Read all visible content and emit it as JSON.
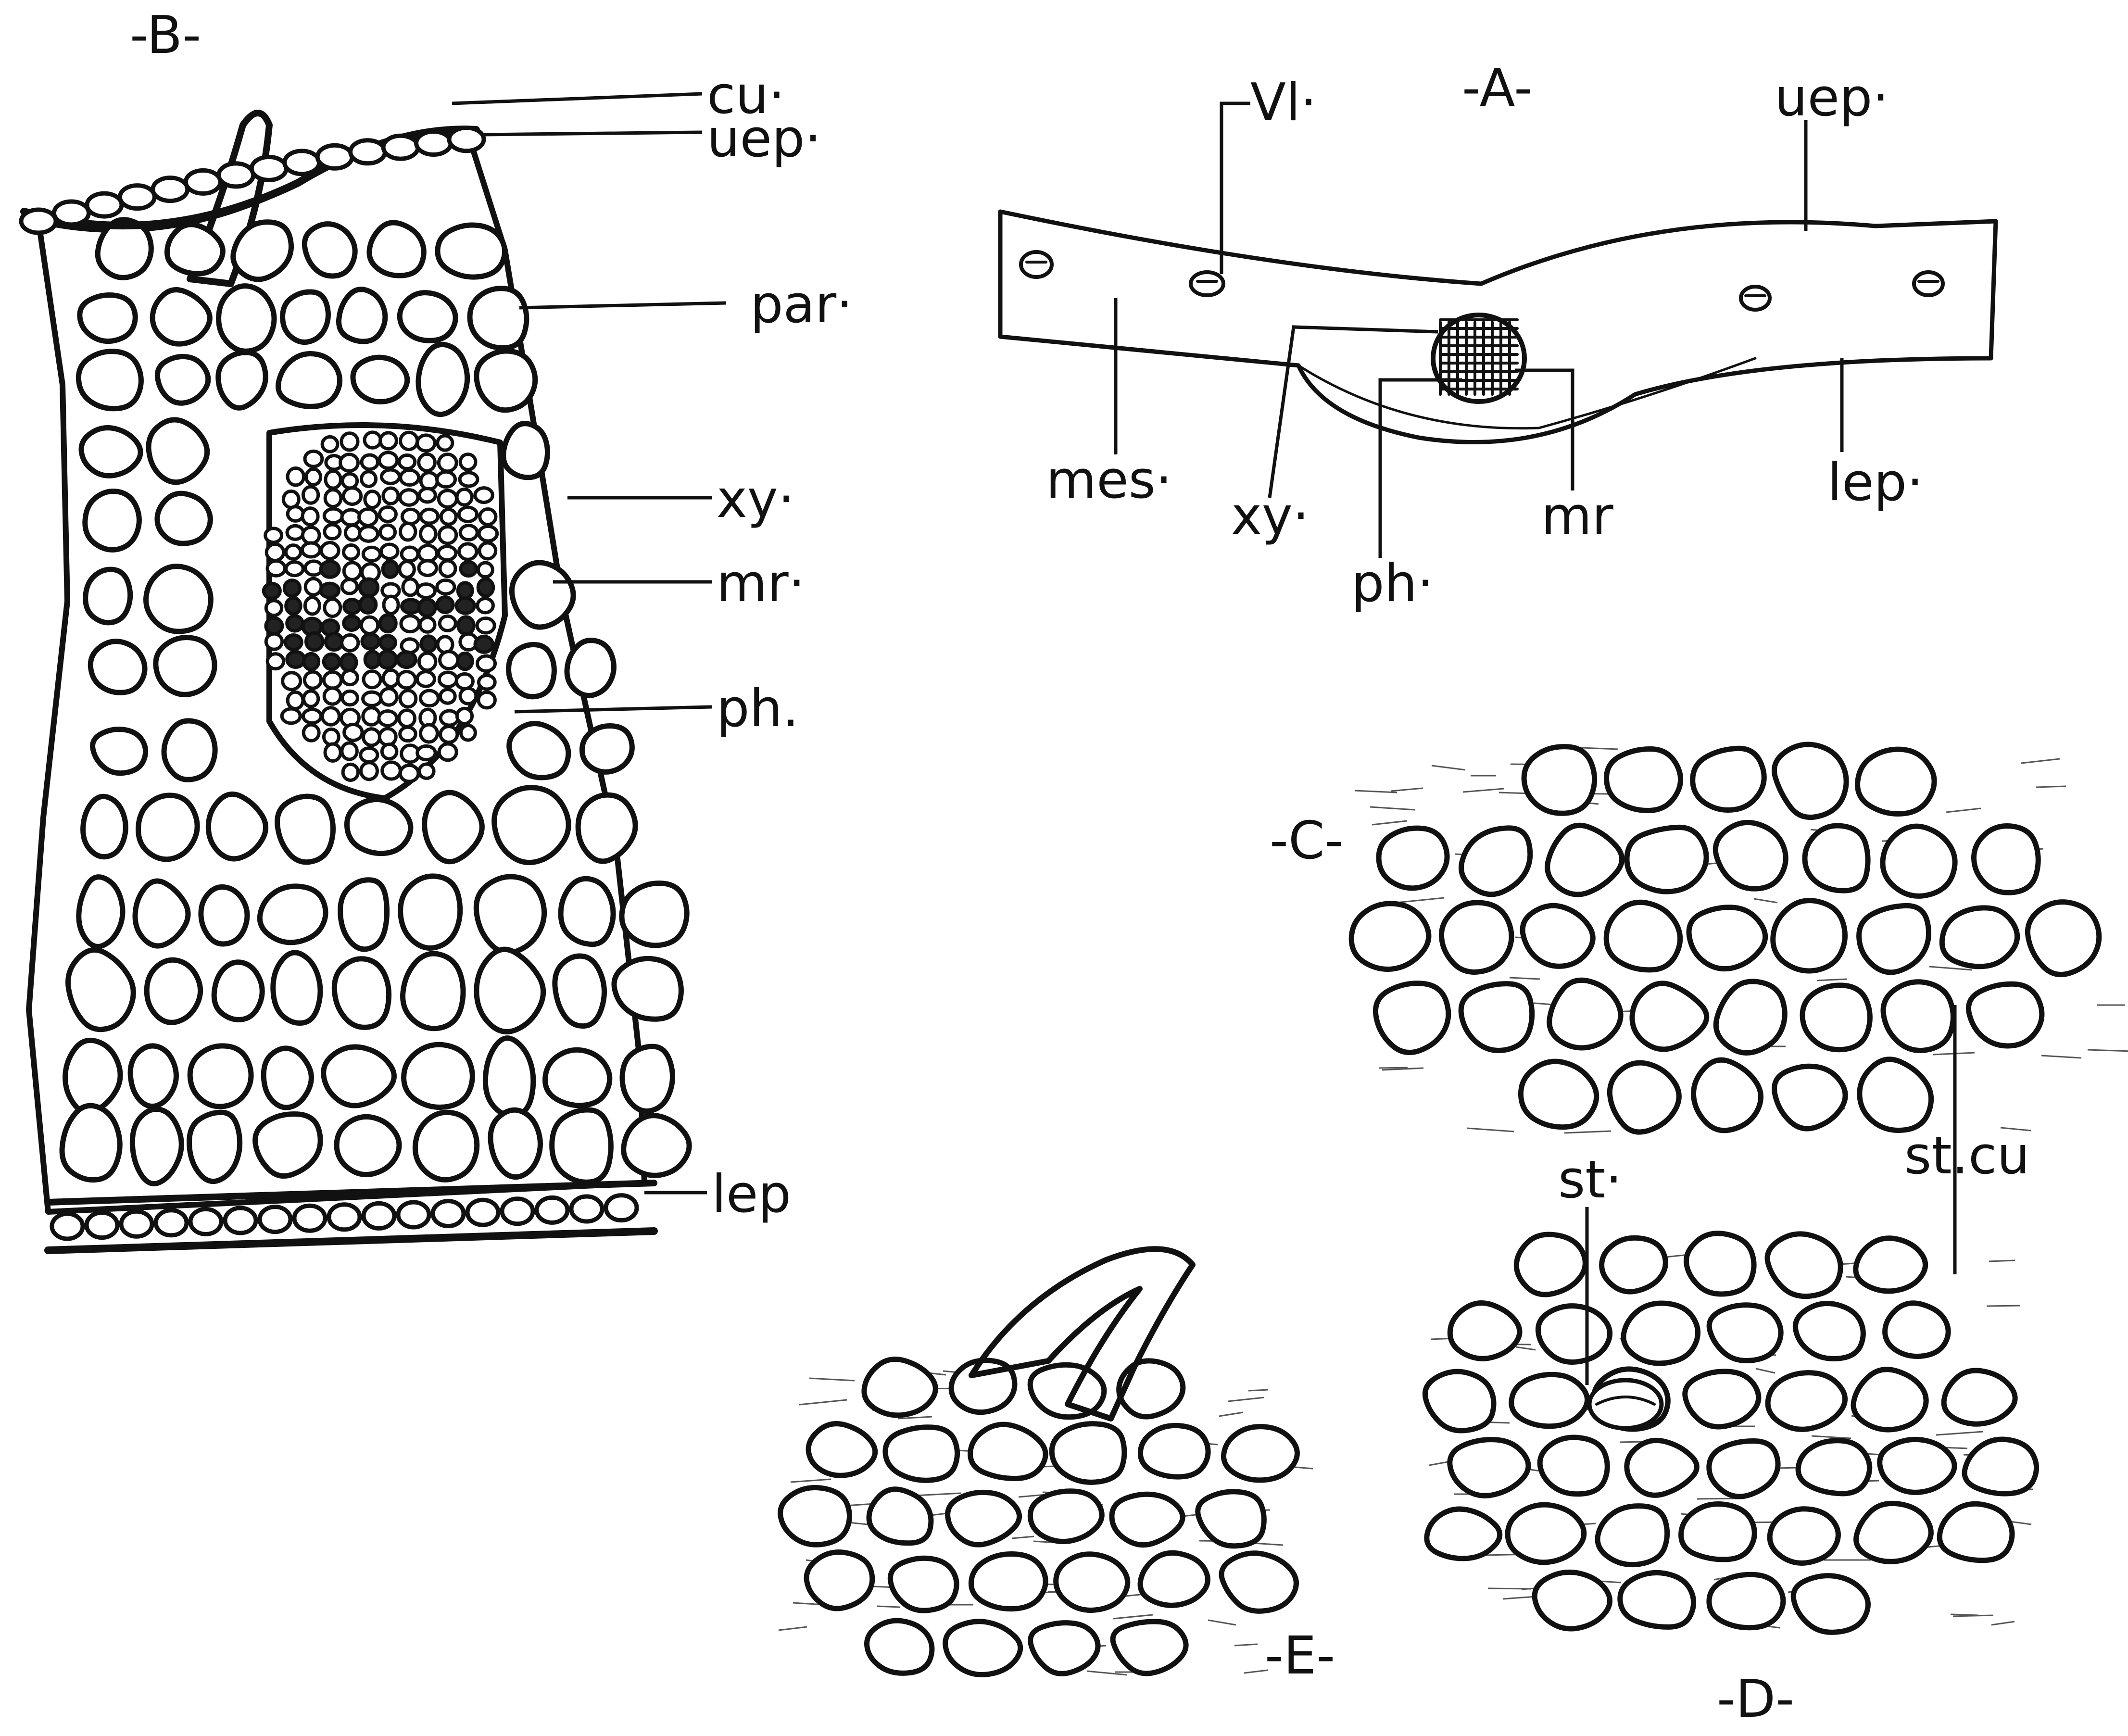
{
  "figures": {
    "A": {
      "title": "-A-",
      "labels": {
        "vl": "Vl·",
        "uep": "uep·",
        "mes": "mes·",
        "xy": "xy·",
        "ph": "ph·",
        "mr": "mr",
        "lep": "lep·"
      }
    },
    "B": {
      "title": "-B-",
      "labels": {
        "cu": "cu·",
        "uep": "uep·",
        "par": "par·",
        "xy": "xy·",
        "mr": "mr·",
        "ph": "ph.",
        "lep": "lep"
      }
    },
    "C": {
      "title": "-C-"
    },
    "D": {
      "title": "-D-",
      "labels": {
        "st": "st·",
        "stcu": "st.cu"
      }
    },
    "E": {
      "title": "-E-"
    }
  },
  "colors": {
    "ink": "#111111",
    "paper": "#ffffff"
  }
}
